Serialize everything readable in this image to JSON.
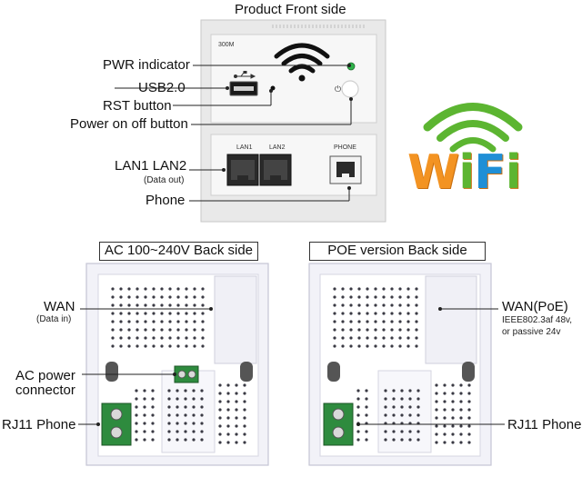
{
  "front": {
    "title": "Product Front side",
    "model": "300M",
    "port_lan1": "LAN1",
    "port_lan2": "LAN2",
    "port_phone": "PHONE"
  },
  "labels": {
    "pwr": "PWR indicator",
    "usb": "USB2.0",
    "rst": "RST button",
    "power": "Power on off button",
    "lan": "LAN1 LAN2",
    "lan_sub": "(Data out)",
    "phone": "Phone"
  },
  "logo": {
    "text": "WiFi"
  },
  "ac_back": {
    "title": "AC 100~240V Back side",
    "wan": "WAN",
    "wan_sub": "(Data in)",
    "ac_power_1": "AC power",
    "ac_power_2": "connector",
    "rj11": "RJ11 Phone"
  },
  "poe_back": {
    "title": "POE version Back side",
    "wan": "WAN(PoE)",
    "wan_sub_1": "IEEE802.3af 48v,",
    "wan_sub_2": "or passive 24v",
    "rj11": "RJ11 Phone"
  },
  "colors": {
    "led": "#2fb34a",
    "wifi_green": "#5cb531",
    "wifi_orange": "#f39322",
    "wifi_blue": "#1f8fd6",
    "terminal": "#2e8b3e"
  }
}
